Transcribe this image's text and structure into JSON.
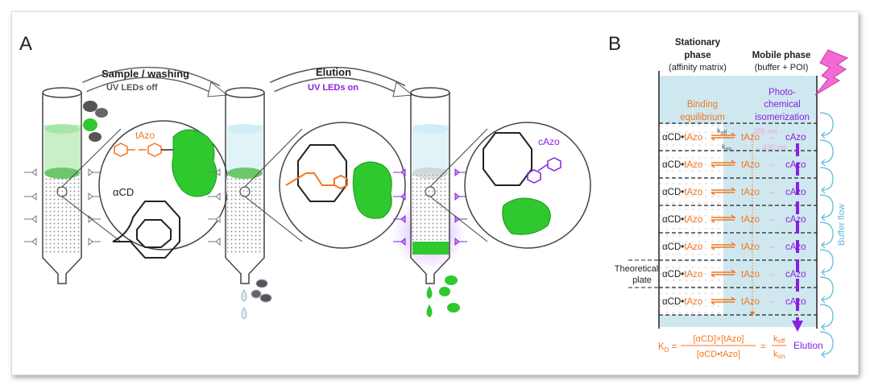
{
  "panel_a": {
    "label": "A",
    "step1_title": "Sample / washing",
    "step1_sub": "UV LEDs off",
    "step2_title": "Elution",
    "step2_sub": "UV LEDs on",
    "tazo": "tAzo",
    "acd": "αCD",
    "cazo": "cAzo"
  },
  "panel_b": {
    "label": "B",
    "stationary_title1": "Stationary",
    "stationary_title2": "phase",
    "stationary_sub": "(affinity matrix)",
    "mobile_title": "Mobile phase",
    "mobile_sub": "(buffer + POI)",
    "binding1": "Binding",
    "binding2": "equilibrium",
    "photo1": "Photo-",
    "photo2": "chemical",
    "photo3": "isomerization",
    "koff": "k",
    "koff_sub": "off",
    "kon": "k",
    "kon_sub": "on",
    "nm355": "355 nm→",
    "nm430": "←430 nm",
    "row_complex_a": "αCD•",
    "row_complex_b": "tAzo",
    "row_tazo": "tAzo",
    "row_arrow": "⇔",
    "row_cazo": "cAzo",
    "theoretical1": "Theoretical",
    "theoretical2": "plate",
    "buffer_flow": "Buffer flow",
    "kd": "K",
    "kd_sub": "D",
    "kd_eq": " =",
    "numerator": "[αCD]×[tAzo]",
    "denominator": "[αCD•tAzo]",
    "eq2": "=",
    "elution": "Elution"
  },
  "colors": {
    "orange": "#f07820",
    "purple": "#8a1fe0",
    "pink": "#f4a0d0",
    "cyan": "#5ab8d8",
    "green": "#2fc82f",
    "blue_fill": "#cfe8f0"
  }
}
